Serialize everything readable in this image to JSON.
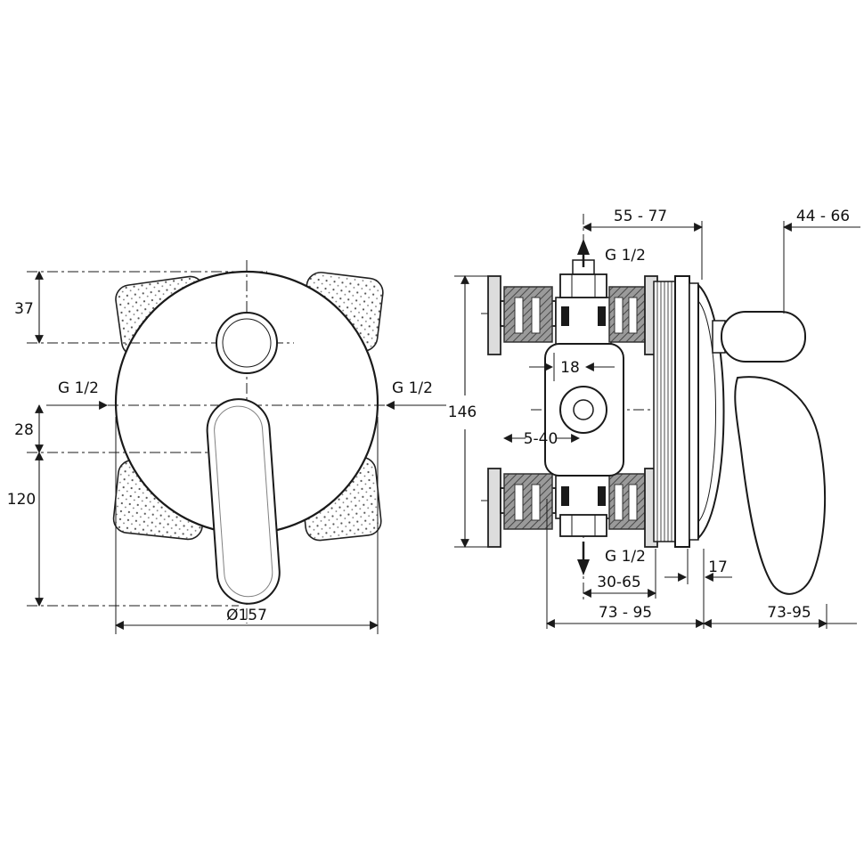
{
  "drawing": {
    "front_view": {
      "dim_knob_offset": "37",
      "g_left": "G 1/2",
      "g_right": "G 1/2",
      "dim_center_offset": "28",
      "dim_lever_length": "120",
      "diameter": "Ø157"
    },
    "side_view": {
      "dim_depth_top": "55 - 77",
      "dim_handle_projection": "44 - 66",
      "g_top": "G 1/2",
      "g_bottom": "G 1/2",
      "dim_height": "146",
      "dim_offset_18": "18",
      "dim_plaster_range": "5-40",
      "dim_rosette_thickness": "17",
      "dim_depth_mid": "30-65",
      "dim_depth_in_wall": "73 - 95",
      "dim_depth_out_wall": "73-95"
    }
  }
}
